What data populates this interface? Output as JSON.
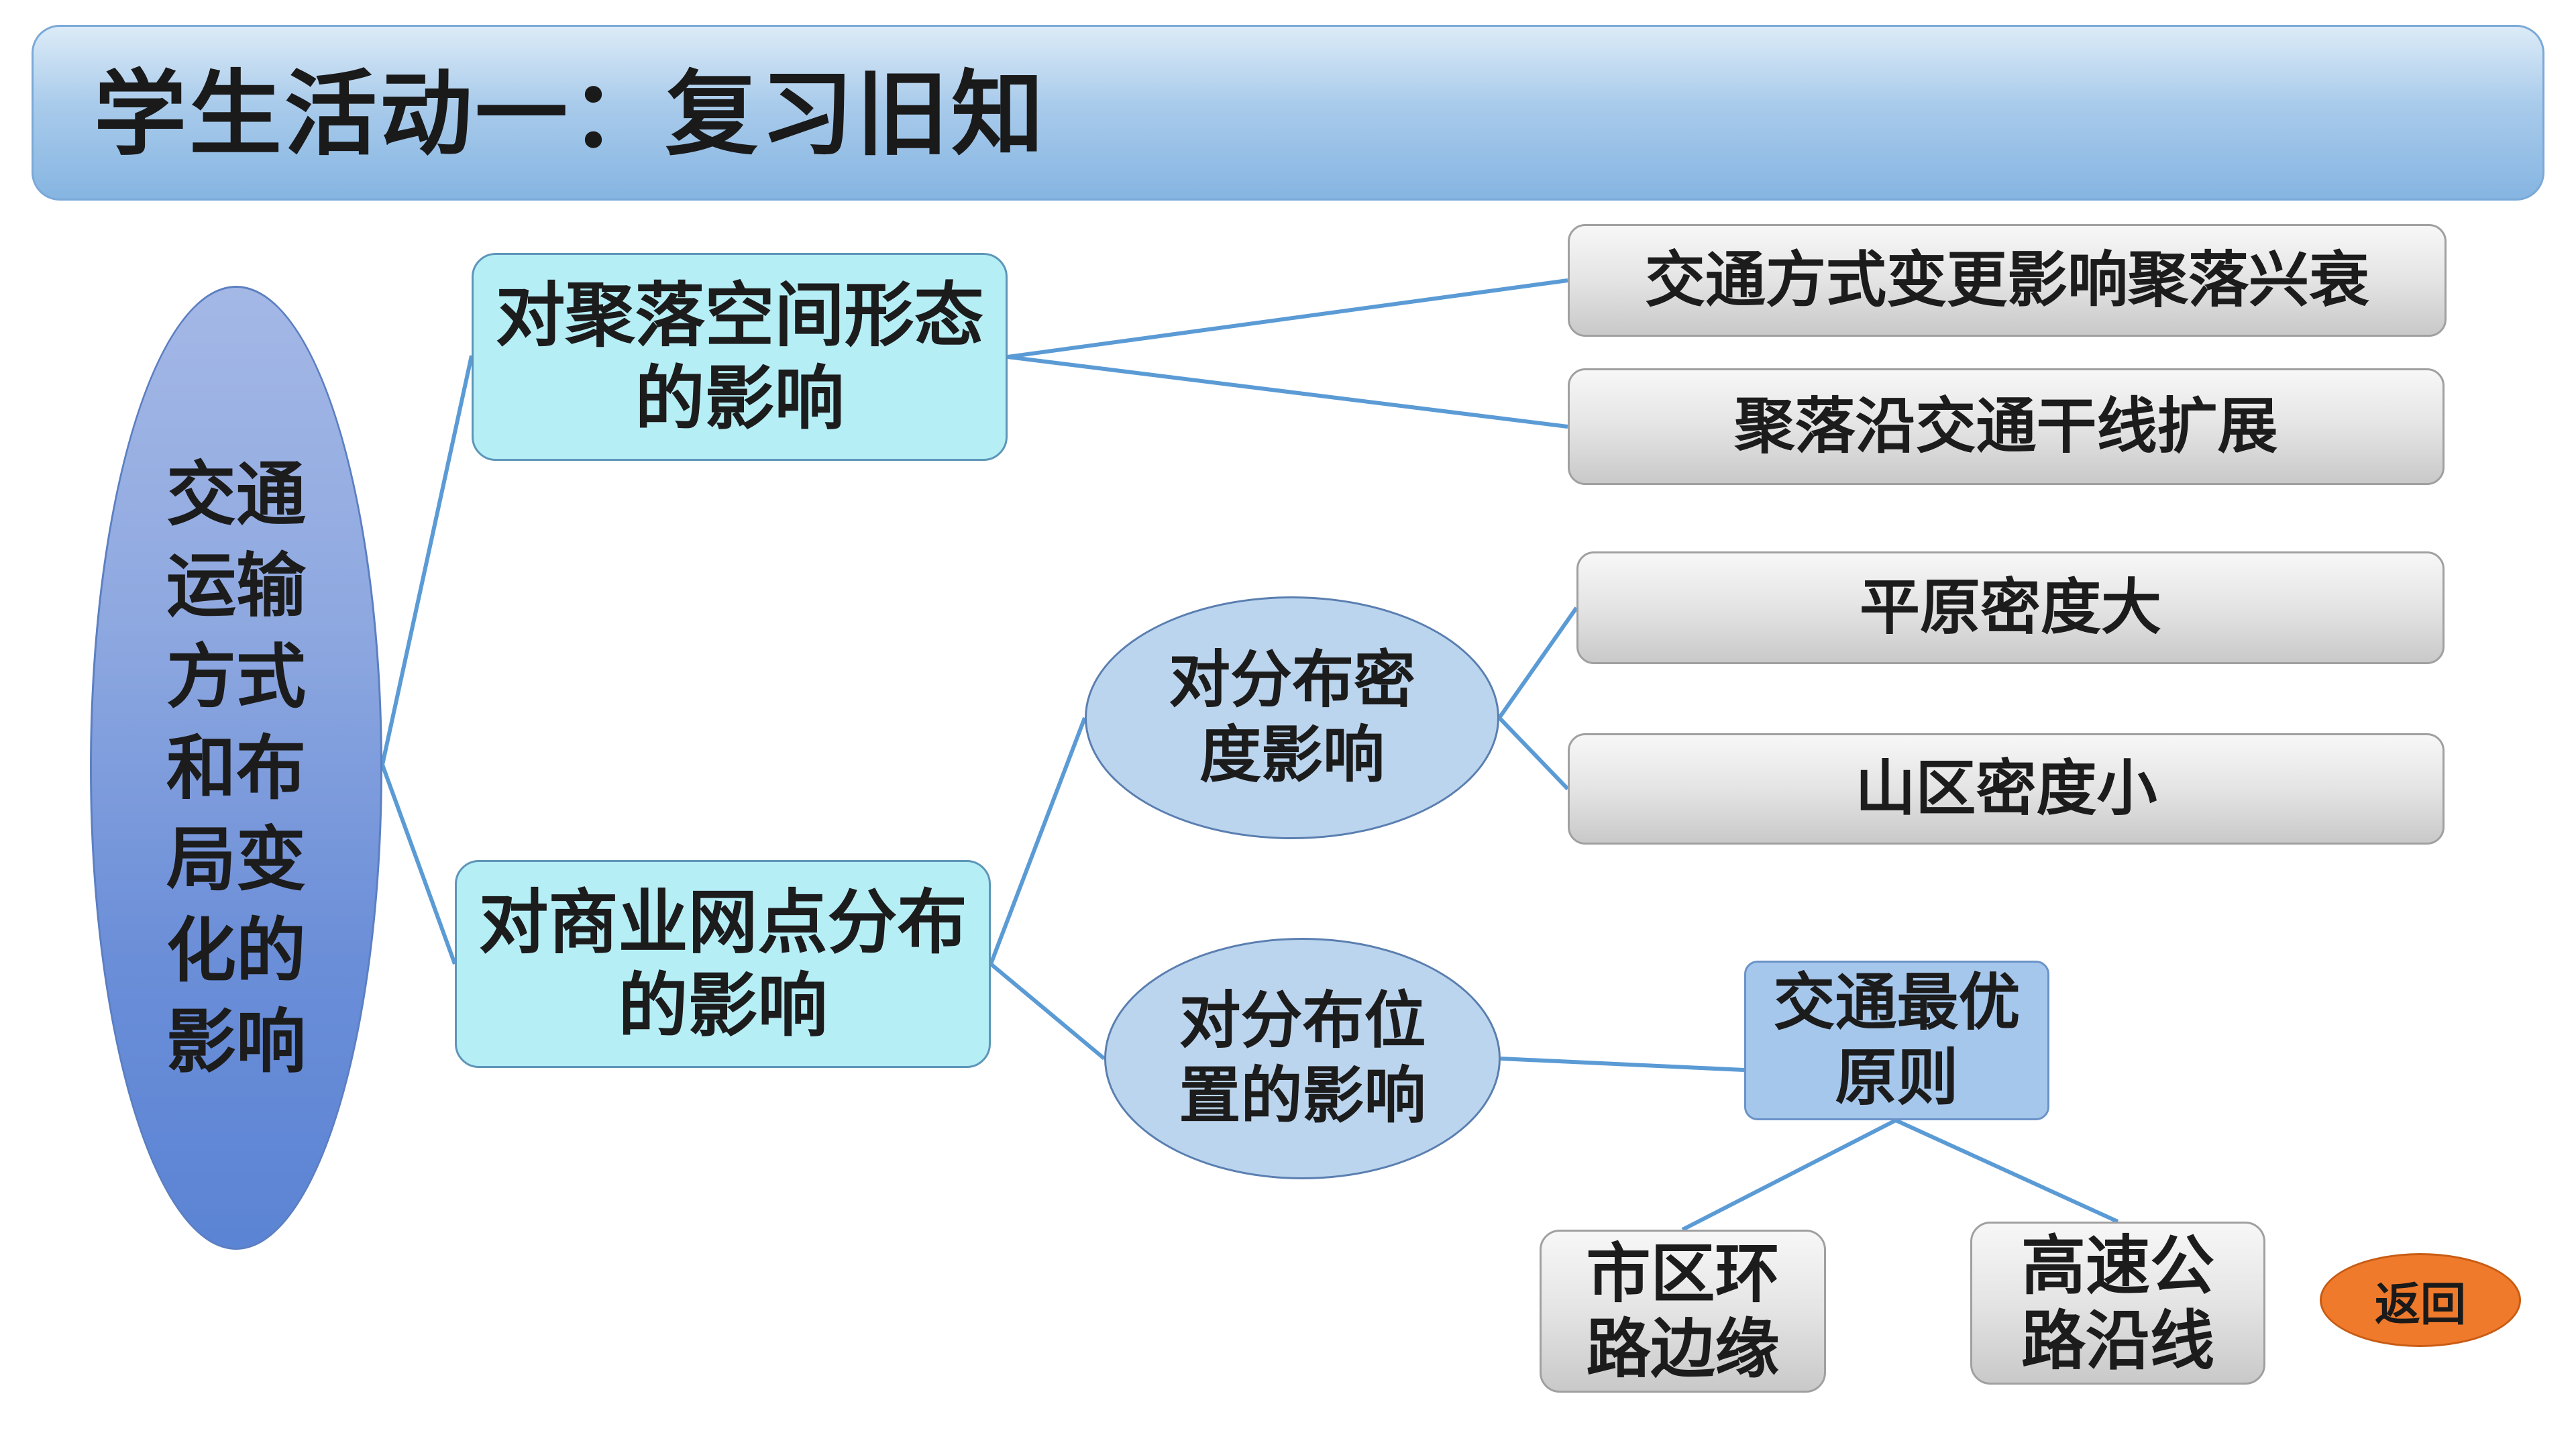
{
  "title": "学生活动一：复习旧知",
  "colors": {
    "connector": "#5b9bd5",
    "title_bar": "#86b5e2",
    "root": "#6b8ed8",
    "level1": "#b6eef6",
    "ellipse": "#bcd5ee",
    "back_button": "#f07a2c"
  },
  "diagram": {
    "root": "交通运输方式和布局变化的影响",
    "spatial": {
      "label": "对聚落空间形态的影响",
      "children": [
        "交通方式变更影响聚落兴衰",
        "聚落沿交通干线扩展"
      ]
    },
    "commercial": {
      "label": "对商业网点分布的影响",
      "density": {
        "label": "对分布密度影响",
        "children": [
          "平原密度大",
          "山区密度小"
        ]
      },
      "location": {
        "label": "对分布位置的影响",
        "principle": "交通最优原则",
        "children": [
          "市区环路边缘",
          "高速公路沿线"
        ]
      }
    }
  },
  "back_button": "返回"
}
